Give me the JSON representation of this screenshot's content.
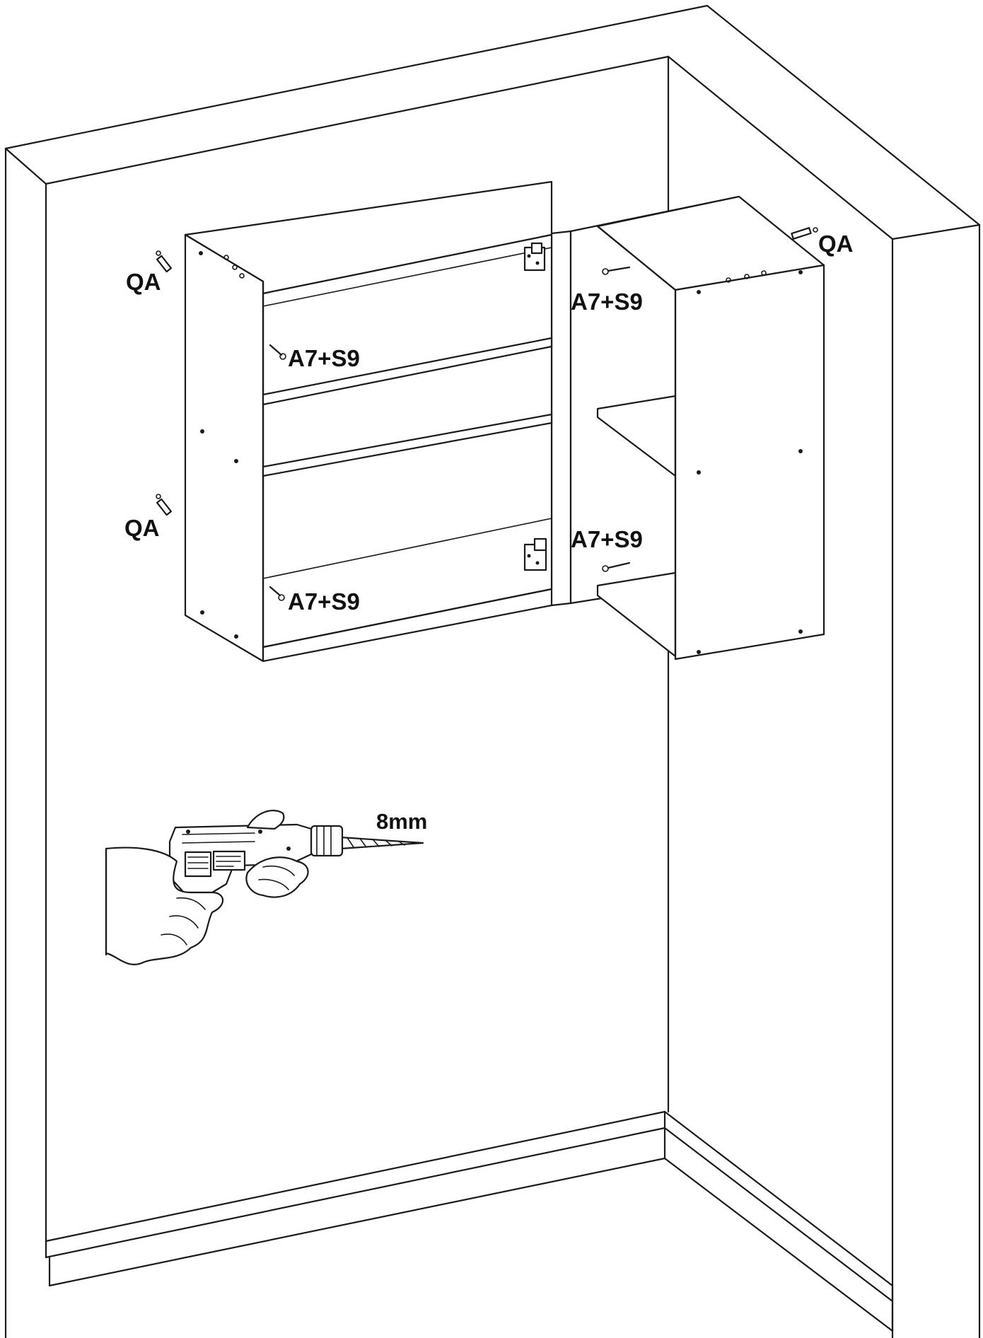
{
  "labels": {
    "qa_top_left": "QA",
    "qa_mid_left": "QA",
    "qa_top_right": "QA",
    "a7s9_left_upper": "A7+S9",
    "a7s9_left_lower": "A7+S9",
    "a7s9_right_upper": "A7+S9",
    "a7s9_right_lower": "A7+S9",
    "drill_bit_size": "8mm"
  },
  "colors": {
    "line": "#1a1a1a",
    "background": "#ffffff"
  },
  "icons": {
    "drill": "power-drill-in-hand-icon",
    "wall_plug": "wall-plug-icon",
    "screw": "screw-icon",
    "hinge": "hinge-bracket-icon"
  }
}
